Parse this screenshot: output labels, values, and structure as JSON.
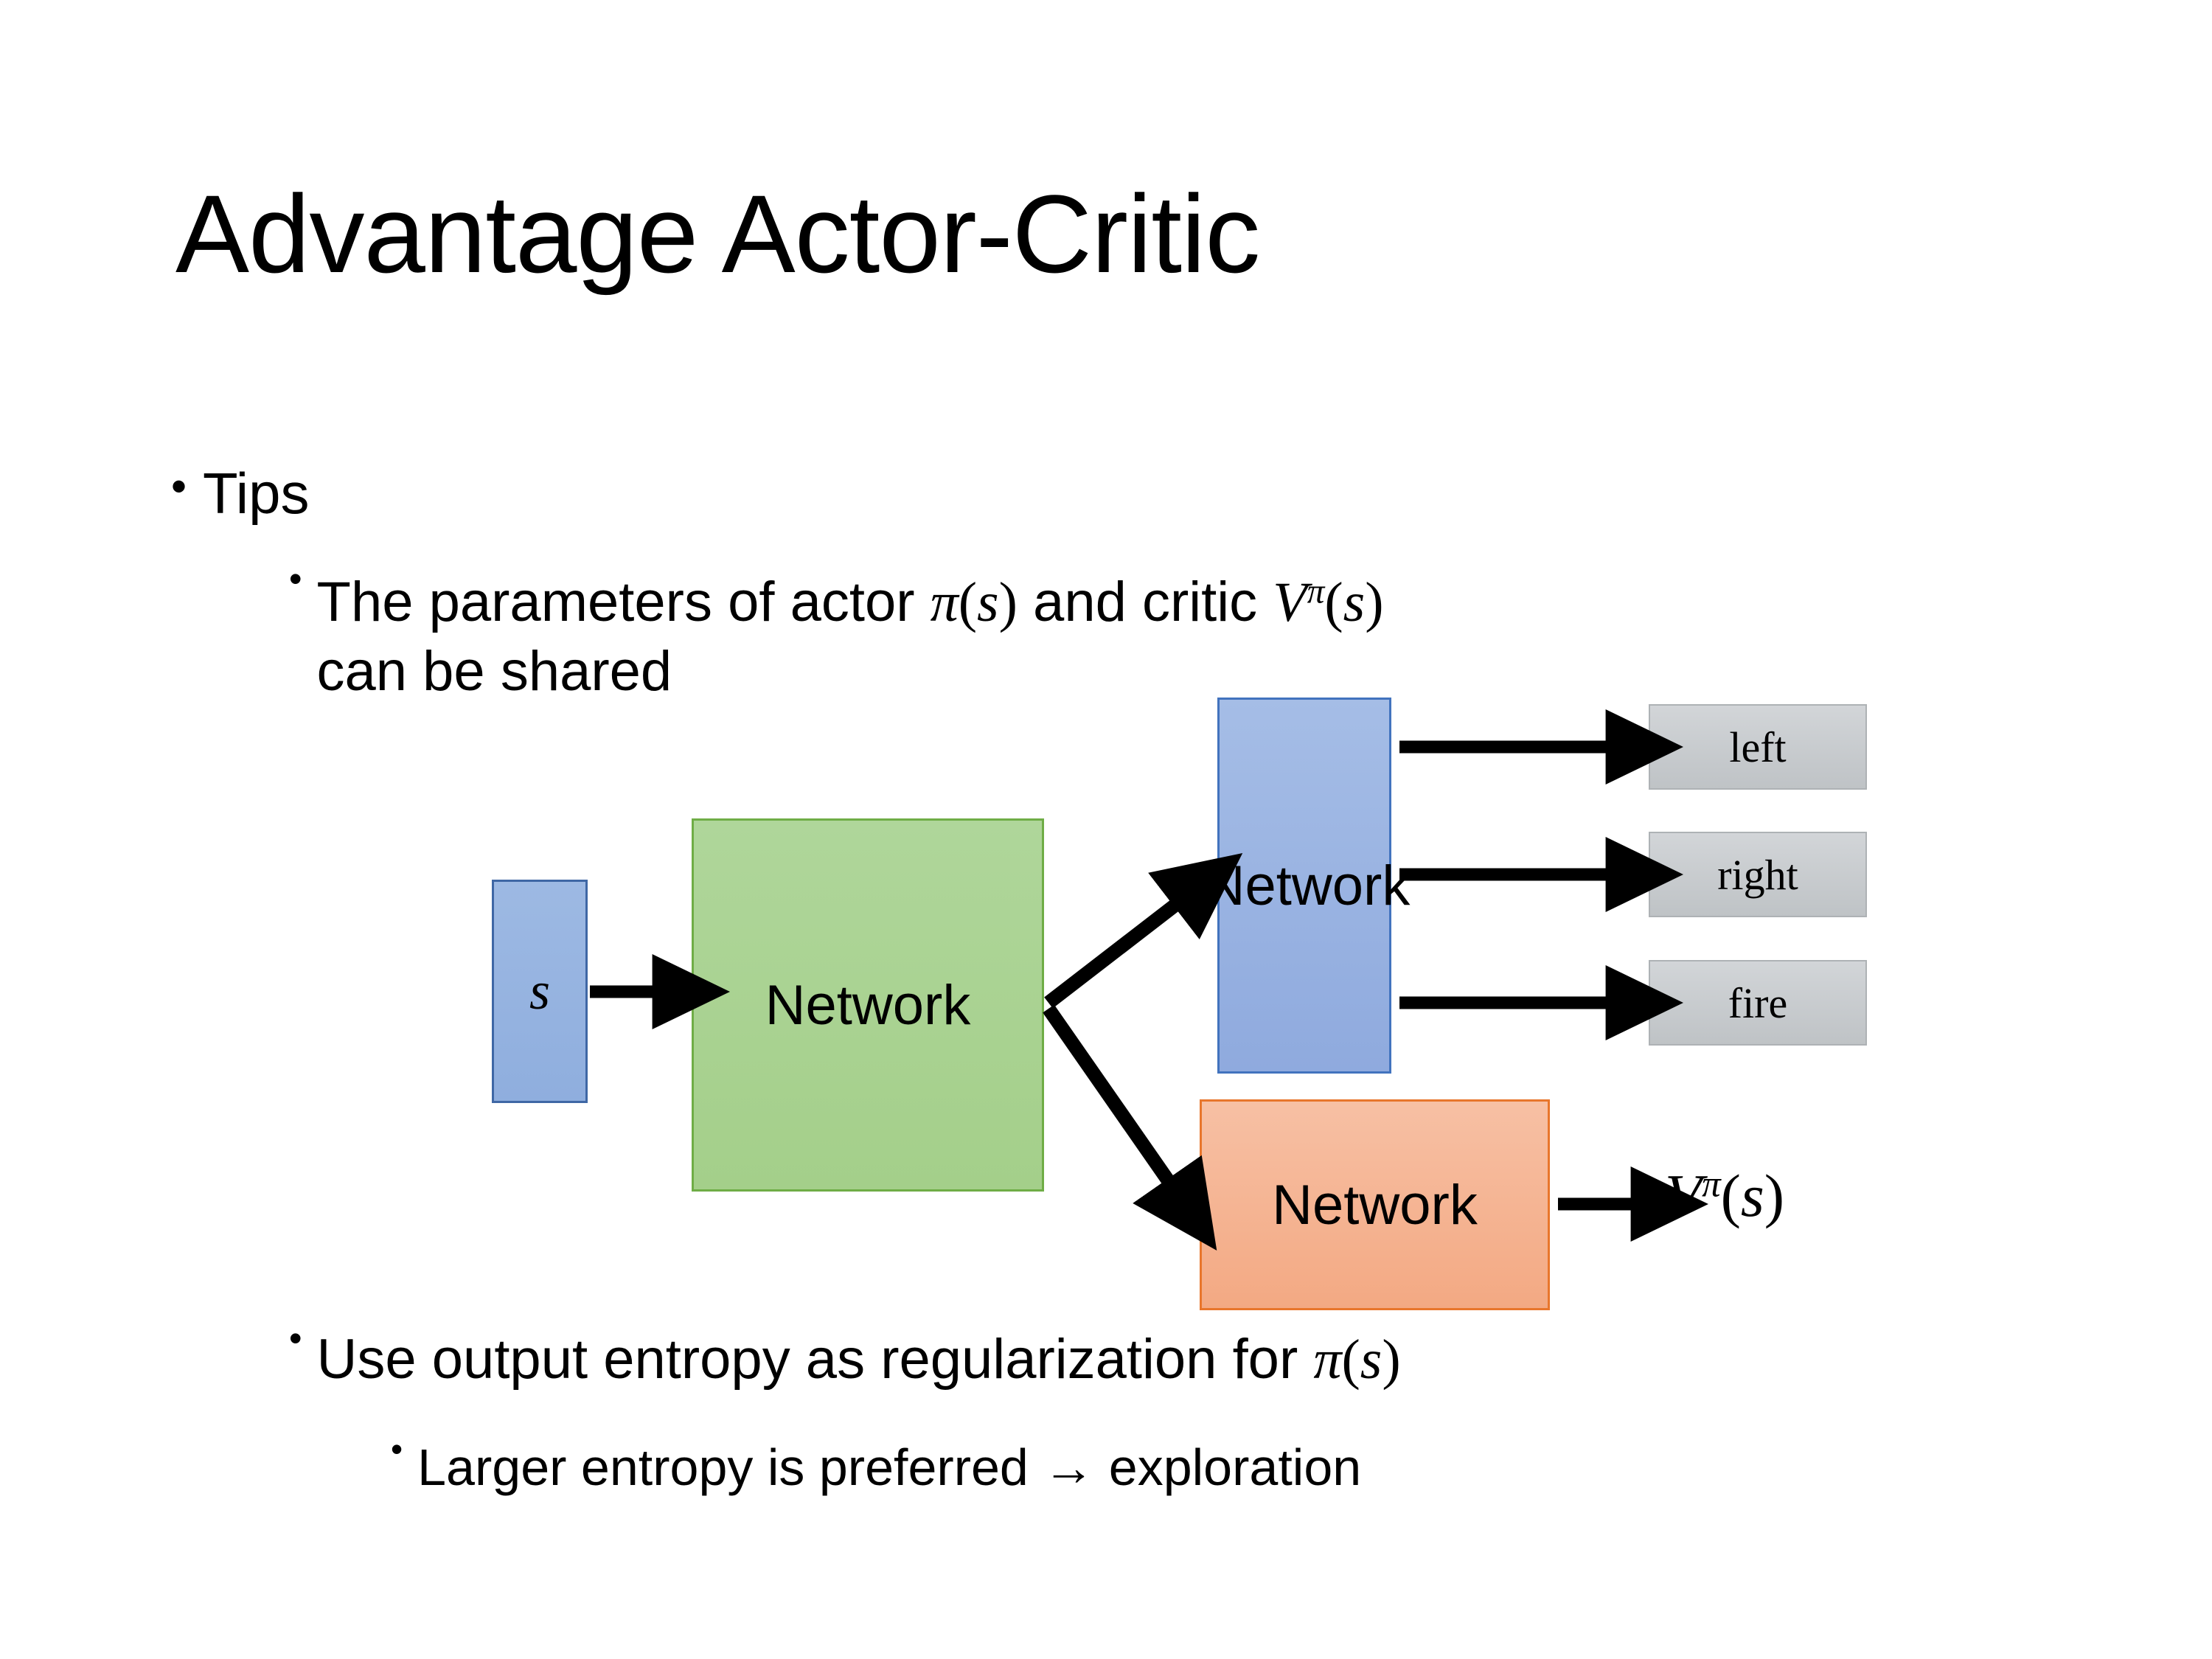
{
  "slide": {
    "title": "Advantage Actor-Critic",
    "background_color": "#FFFFFF",
    "text_color": "#000000"
  },
  "bullets": {
    "tips": {
      "marker": "•",
      "text": "Tips"
    },
    "parameters": {
      "marker": "•",
      "prefix": "The parameters of actor ",
      "math_actor": "π(s)",
      "middle": "  and critic ",
      "math_critic": "Vπ(s)",
      "line2": "can be shared"
    },
    "entropy": {
      "marker": "•",
      "prefix": "Use output entropy as regularization for ",
      "math_actor": "π(s)"
    },
    "larger_entropy": {
      "marker": "•",
      "text": "Larger entropy is preferred → exploration"
    }
  },
  "math": {
    "pi": "π",
    "s": "s",
    "V": "V",
    "lparen": "(",
    "rparen": ")"
  },
  "diagram": {
    "state_box": {
      "label": "s",
      "fill": "#95B3E0",
      "border": "#3F67A5"
    },
    "shared_network": {
      "label": "Network",
      "fill": "#A8D08D",
      "border": "#70AD47"
    },
    "actor_network": {
      "label": "Network",
      "fill": "#95B3E0",
      "border": "#4273BE"
    },
    "critic_network": {
      "label": "Network",
      "fill": "#F4AC86",
      "border": "#E8762C"
    },
    "action_outputs": [
      {
        "label": "left",
        "fill": "#C6CACD",
        "border": "#AEB2B5"
      },
      {
        "label": "right",
        "fill": "#C6CACD",
        "border": "#AEB2B5"
      },
      {
        "label": "fire",
        "fill": "#C6CACD",
        "border": "#AEB2B5"
      }
    ],
    "value_output": {
      "label": "Vπ(s)"
    },
    "arrow_color": "#000000"
  }
}
